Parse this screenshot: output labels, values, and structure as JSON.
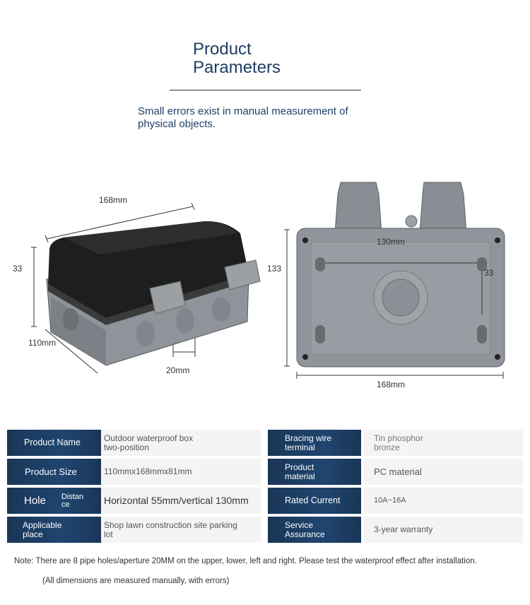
{
  "header": {
    "title_line1": "Product",
    "title_line2": "Parameters",
    "subtitle": "Small errors exist in manual measurement of physical objects."
  },
  "dimensions": {
    "left_width": "168mm",
    "left_height": "33",
    "left_depth": "110mm",
    "left_hole": "20mm",
    "right_height": "133",
    "right_hole_spacing": "130mm",
    "right_hole_vertical": "33",
    "right_width": "168mm"
  },
  "specs": {
    "rows": [
      {
        "label": "Product Name",
        "value": "Outdoor waterproof box two-position",
        "label2": "Bracing wire terminal",
        "value2": "Tin phosphor bronze"
      },
      {
        "label": "Product Size",
        "value": "110mmx168mmx81mm",
        "label2": "Product material",
        "value2": "PC material"
      },
      {
        "label": "Hole",
        "label_sub": "Distance",
        "value": "Horizontal 55mm/vertical 130mm",
        "label2": "Rated Current",
        "value2": "10A~16A"
      },
      {
        "label": "Applicable place",
        "value": "Shop lawn construction site parking lot",
        "label2": "Service Assurance",
        "value2": "3-year warranty"
      }
    ]
  },
  "notes": {
    "note": "Note: There are 8 pipe holes/aperture 20MM on the upper, lower, left and right. Please test the waterproof effect after installation.",
    "note2": "(All dimensions are measured manually, with errors)"
  },
  "colors": {
    "header_navy": "#1b3b62",
    "title_blue": "#1e3f66",
    "value_bg": "#f4f4f4"
  }
}
